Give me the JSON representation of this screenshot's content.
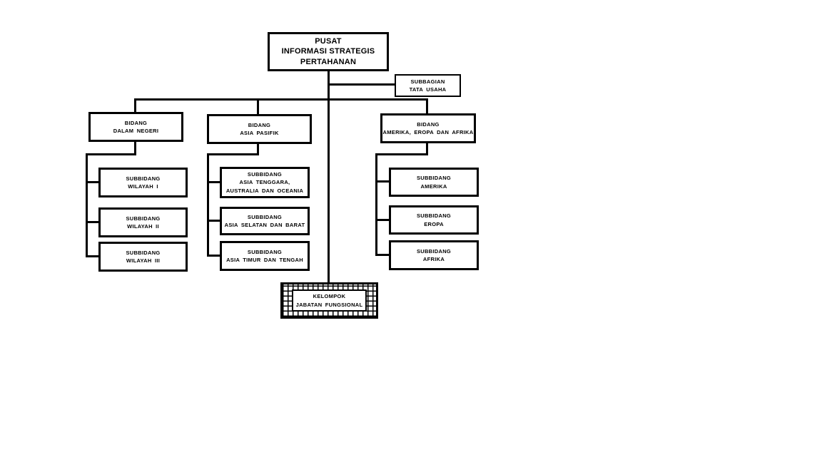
{
  "org": {
    "root": {
      "label": "PUSAT\nINFORMASI STRATEGIS\nPERTAHANAN"
    },
    "subbagian": {
      "label": "SUBBAGIAN\nTATA USAHA"
    },
    "bidang": [
      {
        "label": "BIDANG\nDALAM NEGERI",
        "subbidang": [
          {
            "label": "SUBBIDANG\nWILAYAH I"
          },
          {
            "label": "SUBBIDANG\nWILAYAH II"
          },
          {
            "label": "SUBBIDANG\nWILAYAH III"
          }
        ]
      },
      {
        "label": "BIDANG\nASIA PASIFIK",
        "subbidang": [
          {
            "label": "SUBBIDANG\nASIA TENGGARA,\nAUSTRALIA DAN OCEANIA"
          },
          {
            "label": "SUBBIDANG\nASIA SELATAN DAN BARAT"
          },
          {
            "label": "SUBBIDANG\nASIA TIMUR DAN TENGAH"
          }
        ]
      },
      {
        "label": "BIDANG\nAMERIKA, EROPA DAN AFRIKA",
        "subbidang": [
          {
            "label": "SUBBIDANG\nAMERIKA"
          },
          {
            "label": "SUBBIDANG\nEROPA"
          },
          {
            "label": "SUBBIDANG\nAFRIKA"
          }
        ]
      }
    ],
    "kelompok": {
      "label": "KELOMPOK\nJABATAN FUNGSIONAL"
    }
  },
  "colors": {
    "line": "#000000",
    "background": "#ffffff"
  }
}
